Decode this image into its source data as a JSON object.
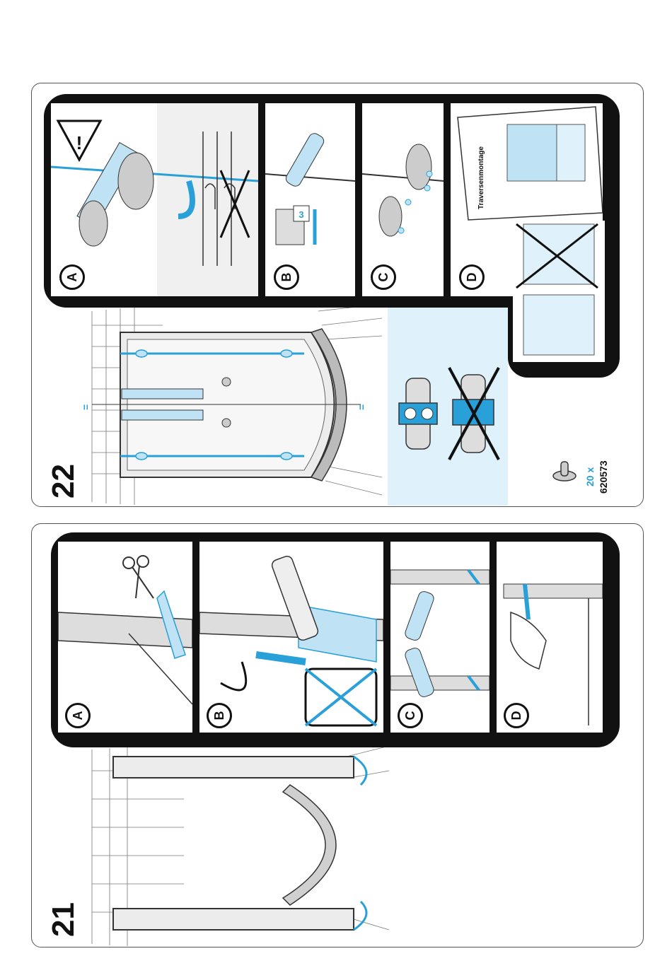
{
  "steps": {
    "step_21": {
      "number": "21",
      "substeps": [
        "A",
        "B",
        "C",
        "D"
      ]
    },
    "step_22": {
      "number": "22",
      "substeps": [
        "A",
        "B",
        "C",
        "D"
      ]
    }
  },
  "step_22_labels": {
    "equal_top": "=",
    "equal_bottom": "=",
    "screw_size": "3",
    "doc_title": "Traversenmontage",
    "qty": "20 x",
    "part_no": "620573"
  },
  "colors": {
    "accent": "#2aa0d8",
    "light_accent": "#dff2fb",
    "ink": "#111111"
  }
}
